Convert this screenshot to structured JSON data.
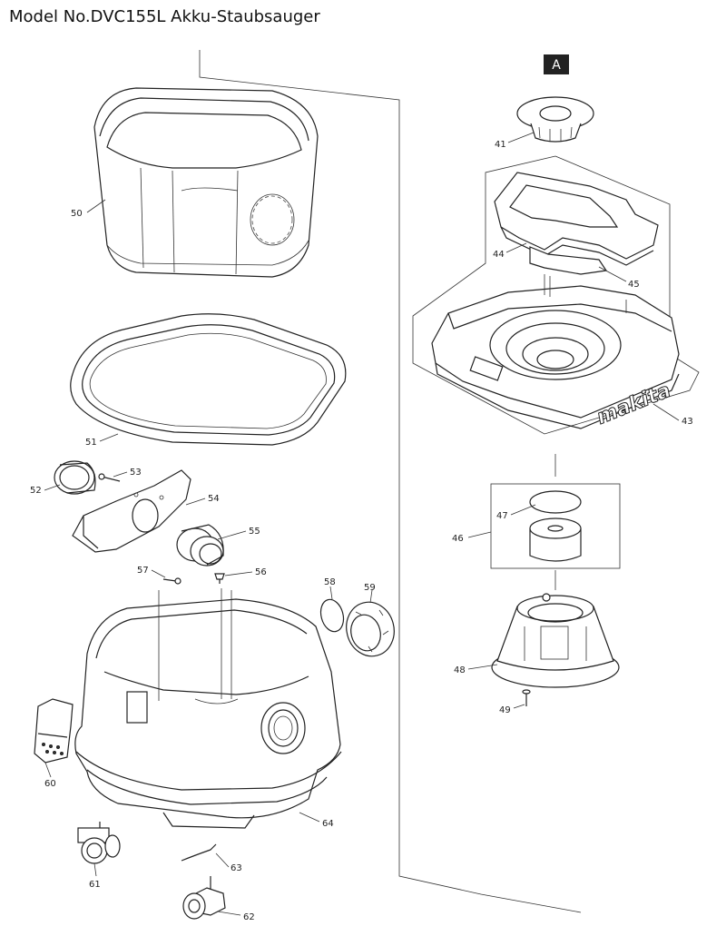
{
  "title": "Model No.DVC155L Akku-Staubsauger",
  "section_tag": "A",
  "brand_logo_text": "makita",
  "part_labels": {
    "p41": "41",
    "p43": "43",
    "p44": "44",
    "p45": "45",
    "p46": "46",
    "p47": "47",
    "p48": "48",
    "p49": "49",
    "p50": "50",
    "p51": "51",
    "p52": "52",
    "p53": "53",
    "p54": "54",
    "p55": "55",
    "p56": "56",
    "p57": "57",
    "p58": "58",
    "p59": "59",
    "p60": "60",
    "p61": "61",
    "p62": "62",
    "p63": "63",
    "p64": "64"
  }
}
